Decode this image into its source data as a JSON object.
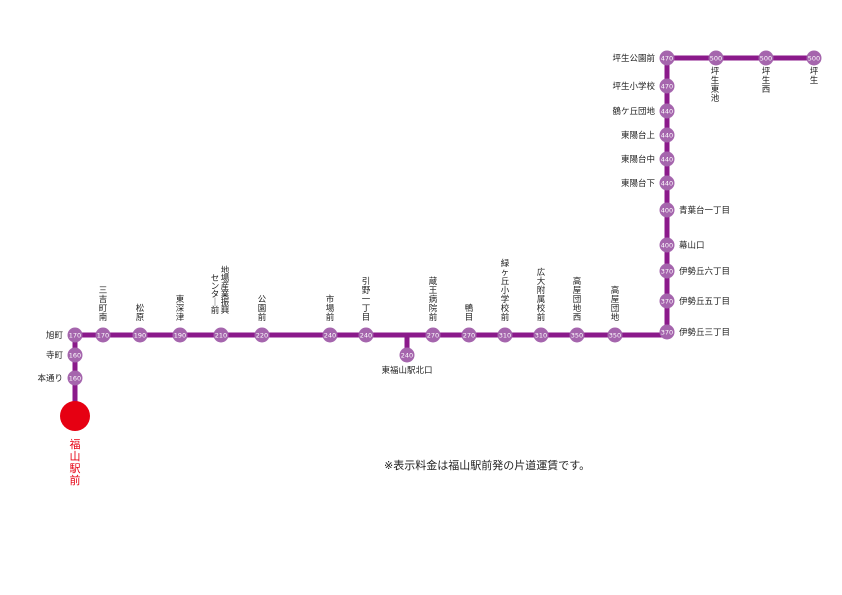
{
  "colors": {
    "route": "#8b1a8b",
    "stop": "#a565ad",
    "terminal": "#e60012",
    "label": "#222222",
    "fare_text": "#ffffff"
  },
  "terminal": {
    "name": "福山駅前"
  },
  "note": "※表示料金は福山駅前発の片道運賃です。",
  "stops": [
    {
      "id": "motodori",
      "name": "本通り",
      "fare": "160"
    },
    {
      "id": "teramachi",
      "name": "寺町",
      "fare": "160"
    },
    {
      "id": "asahimachi",
      "name": "旭町",
      "fare": "170"
    },
    {
      "id": "miyoshi-minami",
      "name": "三吉町南",
      "fare": "170"
    },
    {
      "id": "matsuhiro",
      "name": "松原",
      "fare": "190"
    },
    {
      "id": "higashi-fukatsu",
      "name": "東深津",
      "fare": "190"
    },
    {
      "id": "jiba-center",
      "name": "地場産業振興センター前",
      "fare": "210"
    },
    {
      "id": "koen-mae",
      "name": "公園前",
      "fare": "220"
    },
    {
      "id": "ichiba-mae",
      "name": "市場前",
      "fare": "240"
    },
    {
      "id": "hikino-1",
      "name": "引野一丁目",
      "fare": "240"
    },
    {
      "id": "higashi-fukuyama-kitaguchi",
      "name": "東福山駅北口",
      "fare": "240"
    },
    {
      "id": "kurao-byoin",
      "name": "蔵王病院前",
      "fare": "270"
    },
    {
      "id": "kamome",
      "name": "鴨目",
      "fare": "270"
    },
    {
      "id": "midorigaoka-school",
      "name": "緑ヶ丘小学校前",
      "fare": "310"
    },
    {
      "id": "hiro-fuzoku",
      "name": "広大附属校前",
      "fare": "310"
    },
    {
      "id": "takaya-nishi",
      "name": "高屋団地西",
      "fare": "350"
    },
    {
      "id": "takaya-danchi",
      "name": "高屋団地",
      "fare": "350"
    },
    {
      "id": "ise-3",
      "name": "伊勢丘三丁目",
      "fare": "370"
    },
    {
      "id": "ise-5",
      "name": "伊勢丘五丁目",
      "fare": "370"
    },
    {
      "id": "ise-6",
      "name": "伊勢丘六丁目",
      "fare": "370"
    },
    {
      "id": "makuyamaguchi",
      "name": "幕山口",
      "fare": "400"
    },
    {
      "id": "aobadai-1",
      "name": "青葉台一丁目",
      "fare": "400"
    },
    {
      "id": "toyodai-shita",
      "name": "東陽台下",
      "fare": "440"
    },
    {
      "id": "toyodai-naka",
      "name": "東陽台中",
      "fare": "440"
    },
    {
      "id": "toyodai-ue",
      "name": "東陽台上",
      "fare": "440"
    },
    {
      "id": "tsurugaoka",
      "name": "鶴ケ丘団地",
      "fare": "440"
    },
    {
      "id": "tsubo-school",
      "name": "坪生小学校",
      "fare": "470"
    },
    {
      "id": "tsubo-koen",
      "name": "坪生公園前",
      "fare": "470"
    },
    {
      "id": "tsubo-higashiike",
      "name": "坪生東池",
      "fare": "500"
    },
    {
      "id": "tsubo-nishi",
      "name": "坪生西",
      "fare": "500"
    },
    {
      "id": "tsubo",
      "name": "坪生",
      "fare": "500"
    }
  ]
}
